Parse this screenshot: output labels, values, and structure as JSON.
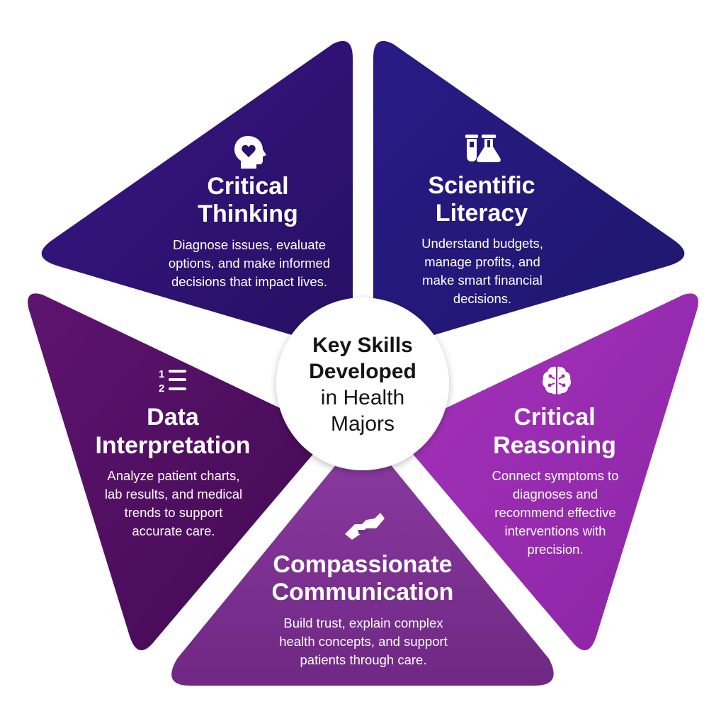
{
  "center": {
    "line1": "Key Skills",
    "line2": "Developed",
    "line3": "in Health",
    "line4": "Majors"
  },
  "segments": [
    {
      "icon": "head-heart-icon",
      "color": "#2c0f6e",
      "title": [
        "Critical",
        "Thinking"
      ],
      "description": [
        "Diagnose issues, evaluate",
        "options, and make informed",
        "decisions that impact lives."
      ]
    },
    {
      "icon": "test-tube-flask-icon",
      "color": "#231a7a",
      "title": [
        "Scientific",
        "Literacy"
      ],
      "description": [
        "Understand budgets,",
        "manage profits, and",
        "make smart financial",
        "decisions."
      ]
    },
    {
      "icon": "brain-circuit-icon",
      "color": "#9c2cb0",
      "title": [
        "Critical",
        "Reasoning"
      ],
      "description": [
        "Connect symptoms to",
        "diagnoses and",
        "recommend effective",
        "interventions with",
        "precision."
      ]
    },
    {
      "icon": "handshake-icon",
      "color": "#7a2f8e",
      "title": [
        "Compassionate",
        "Communication"
      ],
      "description": [
        "Build trust, explain complex",
        "health concepts, and support",
        "patients through care."
      ]
    },
    {
      "icon": "numbered-list-icon",
      "color": "#4f0f60",
      "title": [
        "Data",
        "Interpretation"
      ],
      "description": [
        "Analyze patient charts,",
        "lab results, and medical",
        "trends to support",
        "accurate care."
      ]
    }
  ]
}
